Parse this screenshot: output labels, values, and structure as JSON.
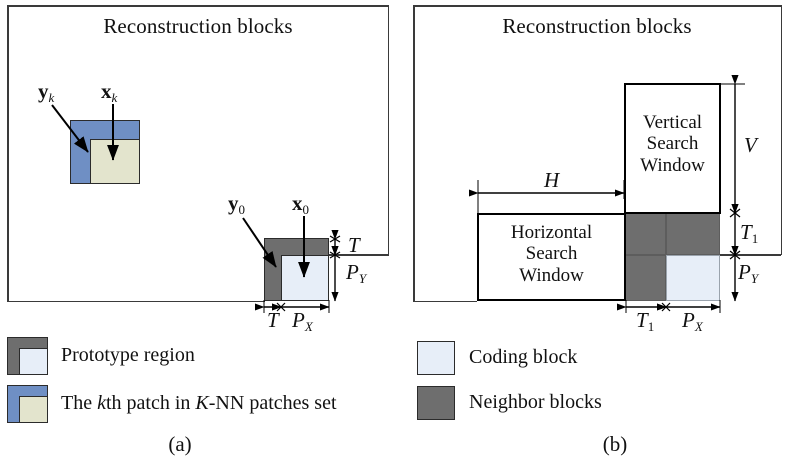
{
  "figure": {
    "caption_a": "(a)",
    "caption_b": "(b)"
  },
  "panel_a": {
    "title": "Reconstruction blocks",
    "labels": {
      "y_k": "y",
      "y_k_sub": "k",
      "x_k": "x",
      "x_k_sub": "k",
      "y_0": "y",
      "y_0_sub": "0",
      "x_0": "x",
      "x_0_sub": "0",
      "T_top": "T",
      "T_bottom": "T",
      "P_Y": "P",
      "P_Y_sub": "Y",
      "P_X": "P",
      "P_X_sub": "X"
    },
    "legend": [
      {
        "swatch": "prototype-region",
        "outer_color": "#6e6e6e",
        "inner_color": "#e7eef8",
        "label": "Prototype region"
      },
      {
        "swatch": "knn-patch",
        "outer_color": "#6f8fc4",
        "inner_color": "#e3e4cd",
        "label_parts": [
          "The ",
          "k",
          "th patch in ",
          "K",
          "-NN patches set"
        ],
        "label": "The kth patch in K-NN patches set"
      }
    ]
  },
  "panel_b": {
    "title": "Reconstruction blocks",
    "vertical_window_text": [
      "Vertical",
      "Search",
      "Window"
    ],
    "horizontal_window_text": [
      "Horizontal",
      "Search",
      "Window"
    ],
    "labels": {
      "H": "H",
      "V": "V",
      "T_1": "T",
      "T_1_sub": "1",
      "P_Y": "P",
      "P_Y_sub": "Y",
      "T_1_bottom": "T",
      "T_1_bottom_sub": "1",
      "P_X": "P",
      "P_X_sub": "X"
    },
    "legend": [
      {
        "swatch": "coding-block",
        "color": "#e7eef8",
        "label": "Coding block"
      },
      {
        "swatch": "neighbor-blocks",
        "color": "#6e6e6e",
        "label": "Neighbor blocks"
      }
    ]
  },
  "colors": {
    "dark_gray": "#6e6e6e",
    "pale_blue": "#e7eef8",
    "steel_blue": "#6f8fc4",
    "khaki": "#e3e4cd",
    "line": "#3a3a3a",
    "black": "#000000"
  }
}
